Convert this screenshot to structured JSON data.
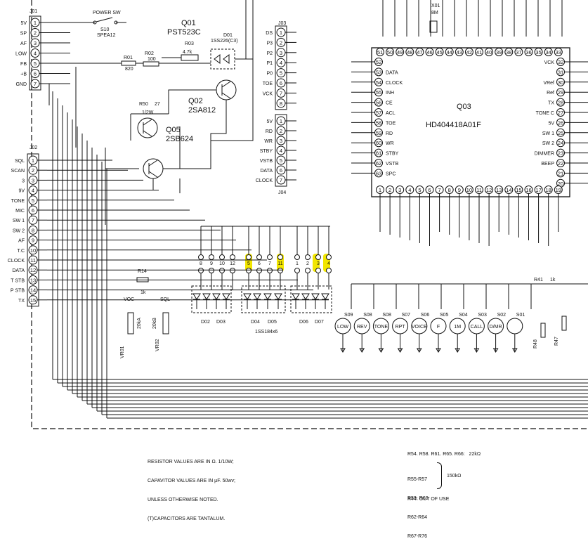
{
  "connectors": {
    "j01": {
      "name": "J01",
      "pins": [
        "5V",
        "SP",
        "AF",
        "LOW",
        "FB",
        "+B",
        "GND"
      ]
    },
    "j02": {
      "name": "J02",
      "pins": [
        "SQL",
        "SCAN",
        "3",
        "9V",
        "TONE",
        "MIC",
        "SW 1",
        "SW 2",
        "AF",
        "T.C",
        "CLOCK",
        "DATA",
        "T STB",
        "P STB",
        "TX"
      ]
    },
    "j03": {
      "name": "J03",
      "pins": [
        "DS",
        "P3",
        "P2",
        "P1",
        "P0",
        "TOE",
        "VCK",
        ""
      ]
    },
    "j04": {
      "name": "J04",
      "pins": [
        "5V",
        "RD",
        "WR",
        "STBY",
        "VSTB",
        "DATA",
        "CLOCK"
      ]
    }
  },
  "components": {
    "power_sw": "POWER SW",
    "s10": "S10",
    "s10_part": "SPEA12",
    "q01": "Q01",
    "q01_part": "PST523C",
    "d01": "D01",
    "d01_part": "1SS226(C3)",
    "q02": "Q02",
    "q02_part": "2SA812",
    "q05": "Q05",
    "q05_part": "2SB624",
    "q03": "Q03",
    "q03_part": "HD404418A01F",
    "r01": "R01",
    "r01_val": "820",
    "r02": "R02",
    "r02_val": "100",
    "r03": "R03",
    "r03_val": "4.7k",
    "r50": "R50",
    "r50_val": "27",
    "r50_rating": "1/2W",
    "x01": "X01",
    "x01_val": "8M",
    "vr01": "VR01",
    "vr01_val": "20kA",
    "vr02": "VR02",
    "vr02_val": "20kB",
    "voc": "VOC",
    "sql": "SQL",
    "diode_array": "1SS184x6",
    "d02": "D02",
    "d03": "D03",
    "d04": "D04",
    "d05": "D05",
    "d06": "D06",
    "d07": "D07",
    "r41": "R41",
    "r41_val": "1k",
    "r14": "R14",
    "r14_val": "1k",
    "r48": "R48",
    "r47": "R47"
  },
  "ic_pins": {
    "top": [
      "51",
      "50",
      "49",
      "48",
      "47",
      "46",
      "45",
      "44",
      "43",
      "42",
      "41",
      "40",
      "39",
      "38",
      "37",
      "36",
      "35",
      "34",
      "33"
    ],
    "left": [
      {
        "num": "52",
        "label": ""
      },
      {
        "num": "53",
        "label": "DATA"
      },
      {
        "num": "54",
        "label": "CLOCK"
      },
      {
        "num": "55",
        "label": "INH"
      },
      {
        "num": "56",
        "label": "CE"
      },
      {
        "num": "57",
        "label": "ACL"
      },
      {
        "num": "58",
        "label": "TOE"
      },
      {
        "num": "59",
        "label": "RD"
      },
      {
        "num": "60",
        "label": "WR"
      },
      {
        "num": "61",
        "label": "STBY"
      },
      {
        "num": "62",
        "label": "VSTB"
      },
      {
        "num": "63",
        "label": "SPC"
      }
    ],
    "right": [
      {
        "num": "32",
        "label": "VCK"
      },
      {
        "num": "31",
        "label": ""
      },
      {
        "num": "30",
        "label": "VRef"
      },
      {
        "num": "29",
        "label": "Ref"
      },
      {
        "num": "28",
        "label": "TX"
      },
      {
        "num": "27",
        "label": "TONE C"
      },
      {
        "num": "26",
        "label": "5V"
      },
      {
        "num": "25",
        "label": "SW 1"
      },
      {
        "num": "24",
        "label": "SW 2"
      },
      {
        "num": "23",
        "label": "DIMMER"
      },
      {
        "num": "22",
        "label": "BEEP"
      },
      {
        "num": "21",
        "label": ""
      },
      {
        "num": "20",
        "label": ""
      }
    ],
    "bottom": [
      "1",
      "2",
      "3",
      "4",
      "5",
      "6",
      "7",
      "8",
      "9",
      "10",
      "11",
      "12",
      "13",
      "14",
      "15",
      "16",
      "17",
      "18",
      "19"
    ]
  },
  "matrix_numbers": {
    "group1": [
      "8",
      "9",
      "10",
      "12"
    ],
    "group2": [
      "5",
      "6",
      "7",
      "11"
    ],
    "group3": [
      "1",
      "2",
      "3",
      "4"
    ]
  },
  "switches": [
    {
      "id": "S09",
      "label": "LOW"
    },
    {
      "id": "S08",
      "label": "REV"
    },
    {
      "id": "S08",
      "label": "TONE"
    },
    {
      "id": "S07",
      "label": "RPT"
    },
    {
      "id": "S06",
      "label": "VOICE"
    },
    {
      "id": "S05",
      "label": "F"
    },
    {
      "id": "S04",
      "label": "1M"
    },
    {
      "id": "S03",
      "label": "CALL"
    },
    {
      "id": "S02",
      "label": "D/MR"
    },
    {
      "id": "S01",
      "label": ""
    }
  ],
  "notes": {
    "left": [
      "RESISTOR VALUES ARE IN Ω. 1/10W;",
      "CAPAVITOR VALUES ARE IN μF. 50wv;",
      "UNLESS OTHERWISE NOTED.",
      "(T)CAPACITORS ARE TANTALUM."
    ],
    "right_line1": "R54. R58. R61. R65. R66:   22kΩ",
    "right_group": [
      "R55-R57",
      "R59. R60",
      "R62-R64",
      "R67-R76"
    ],
    "right_group_val": "150kΩ",
    "right_line_last": "R44: OUT OF USE"
  },
  "colors": {
    "highlight": "#f2e600",
    "ink": "#111111"
  }
}
